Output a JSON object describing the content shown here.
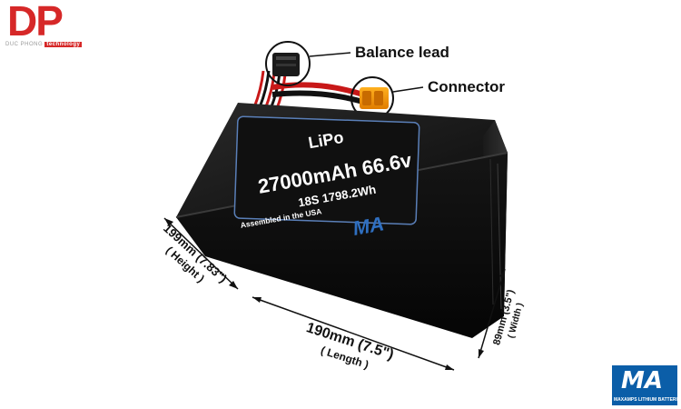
{
  "logo": {
    "letters": "DP",
    "subtitle": "DUC PHONG",
    "tag": "technology"
  },
  "callouts": {
    "balance_lead": "Balance lead",
    "connector": "Connector"
  },
  "label": {
    "chem": "LiPo",
    "capacity_voltage": "27000mAh 66.6v",
    "config": "18S 1798.2Wh",
    "assembled": "Assembled in the USA"
  },
  "dimensions": {
    "length": "190mm (7.5\")",
    "length_word": "( Length )",
    "height": "199mm (7.83\")",
    "height_word": "( Height )",
    "width": "89mm (3.5\")",
    "width_word": "( Width )"
  },
  "brand": {
    "mark": "MA",
    "text": "MAXAMPS LITHIUM BATTERIES"
  }
}
